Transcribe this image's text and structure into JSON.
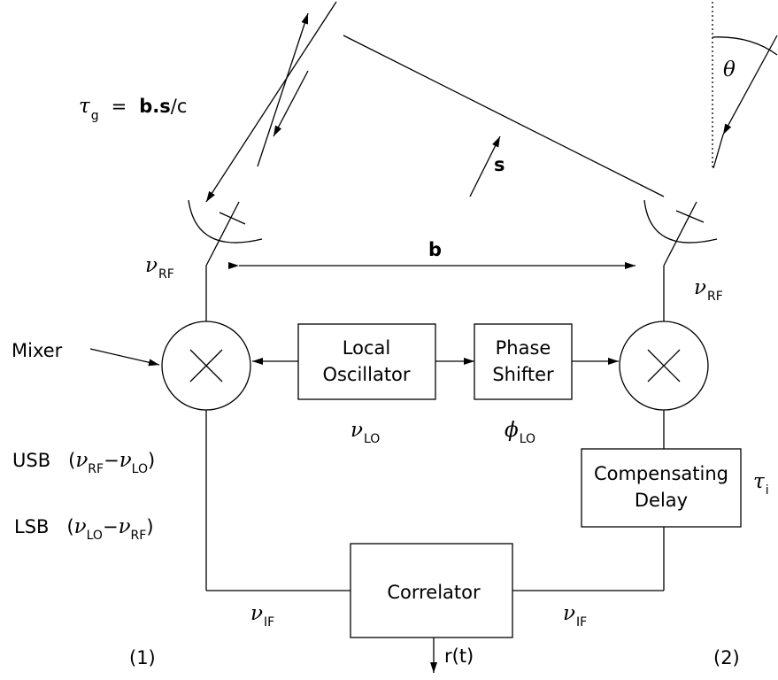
{
  "formula": {
    "tau": "τ",
    "tau_sub": "g",
    "equals": "=",
    "b": "b",
    "dot": ".",
    "s": "s",
    "over_c": "/c"
  },
  "vectors": {
    "source": "s",
    "baseline": "b"
  },
  "angle": {
    "theta": "θ"
  },
  "mixer_label": "Mixer",
  "nu": "ν",
  "rf": "RF",
  "lo": "LO",
  "if": "IF",
  "phi": "ϕ",
  "local_oscillator": {
    "line1": "Local",
    "line2": "Oscillator"
  },
  "phase_shifter": {
    "line1": "Phase",
    "line2": "Shifter"
  },
  "compensating_delay": {
    "line1": "Compensating",
    "line2": "Delay"
  },
  "tau_i": {
    "symbol": "τ",
    "sub": "i"
  },
  "usb": "USB",
  "lsb": "LSB",
  "paren_open": "(",
  "paren_close": ")",
  "minus": "−",
  "correlator": "Correlator",
  "output": "r(t)",
  "antenna_1": "(1)",
  "antenna_2": "(2)"
}
